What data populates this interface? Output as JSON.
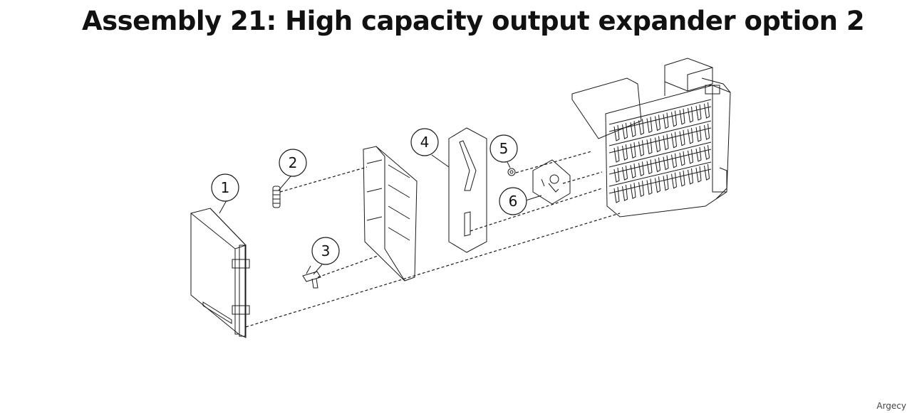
{
  "header": {
    "title": "Assembly 21: High capacity output expander option 2"
  },
  "watermark": "Argecy",
  "callouts": [
    "1",
    "2",
    "3",
    "4",
    "5",
    "6"
  ]
}
